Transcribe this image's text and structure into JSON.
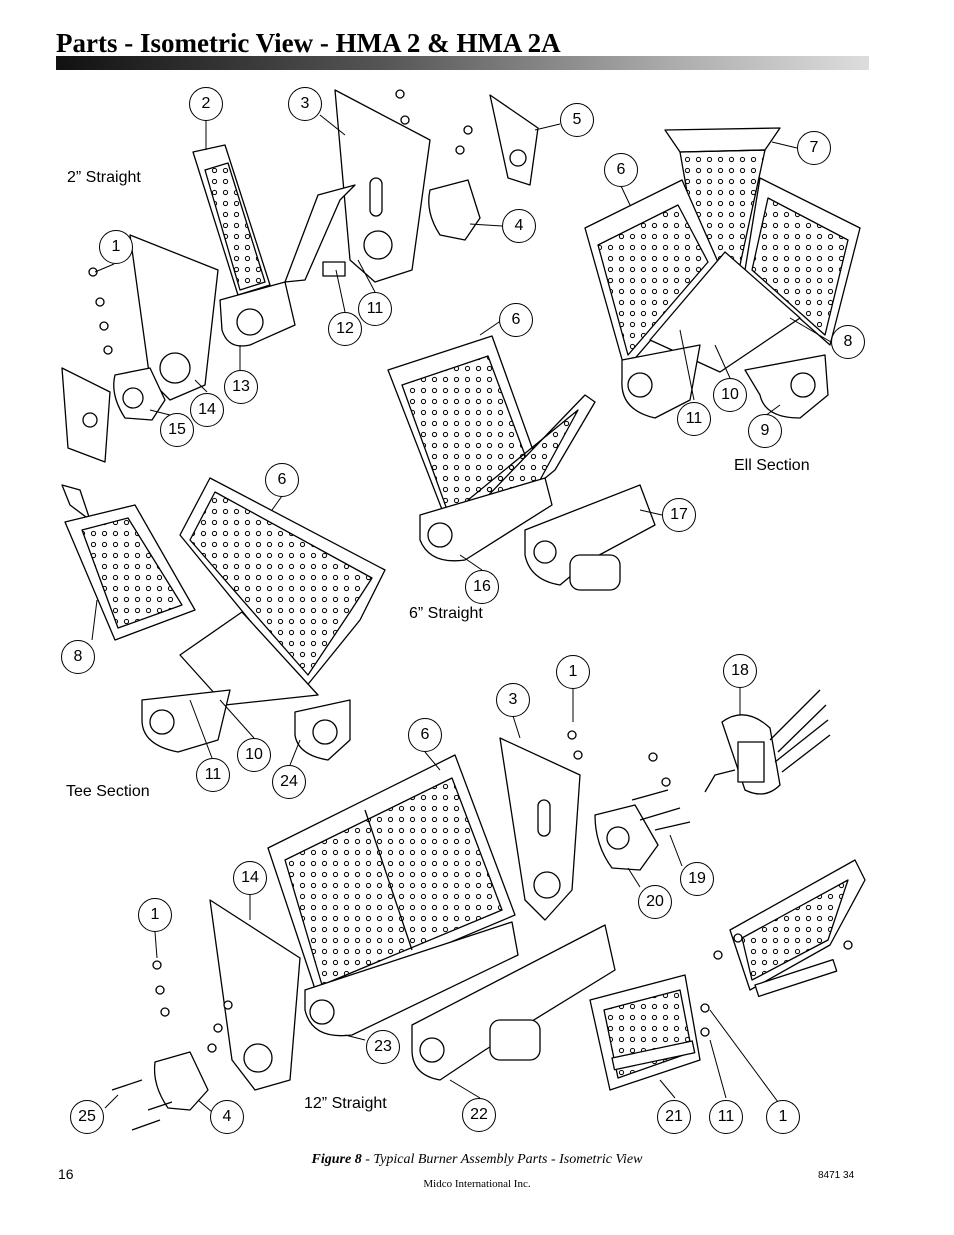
{
  "header": {
    "title": "Parts - Isometric View - HMA 2 & HMA 2A"
  },
  "sections": {
    "two_inch_straight": "2” Straight",
    "six_inch_straight": "6” Straight",
    "ell_section": "Ell Section",
    "tee_section": "Tee Section",
    "twelve_inch_straight": "12” Straight"
  },
  "callouts": [
    "2",
    "3",
    "5",
    "1",
    "4",
    "12",
    "11",
    "13",
    "14",
    "15",
    "6",
    "7",
    "6",
    "8",
    "10",
    "11",
    "9",
    "6",
    "16",
    "17",
    "8",
    "10",
    "11",
    "24",
    "3",
    "6",
    "1",
    "18",
    "19",
    "20",
    "14",
    "1",
    "23",
    "22",
    "25",
    "4",
    "21",
    "11",
    "1"
  ],
  "figure": {
    "label": "Figure 8",
    "caption": " - Typical Burner Assembly Parts - Isometric View"
  },
  "footer": {
    "page_number": "16",
    "doc_code": "8471 34",
    "company": "Midco International Inc."
  }
}
